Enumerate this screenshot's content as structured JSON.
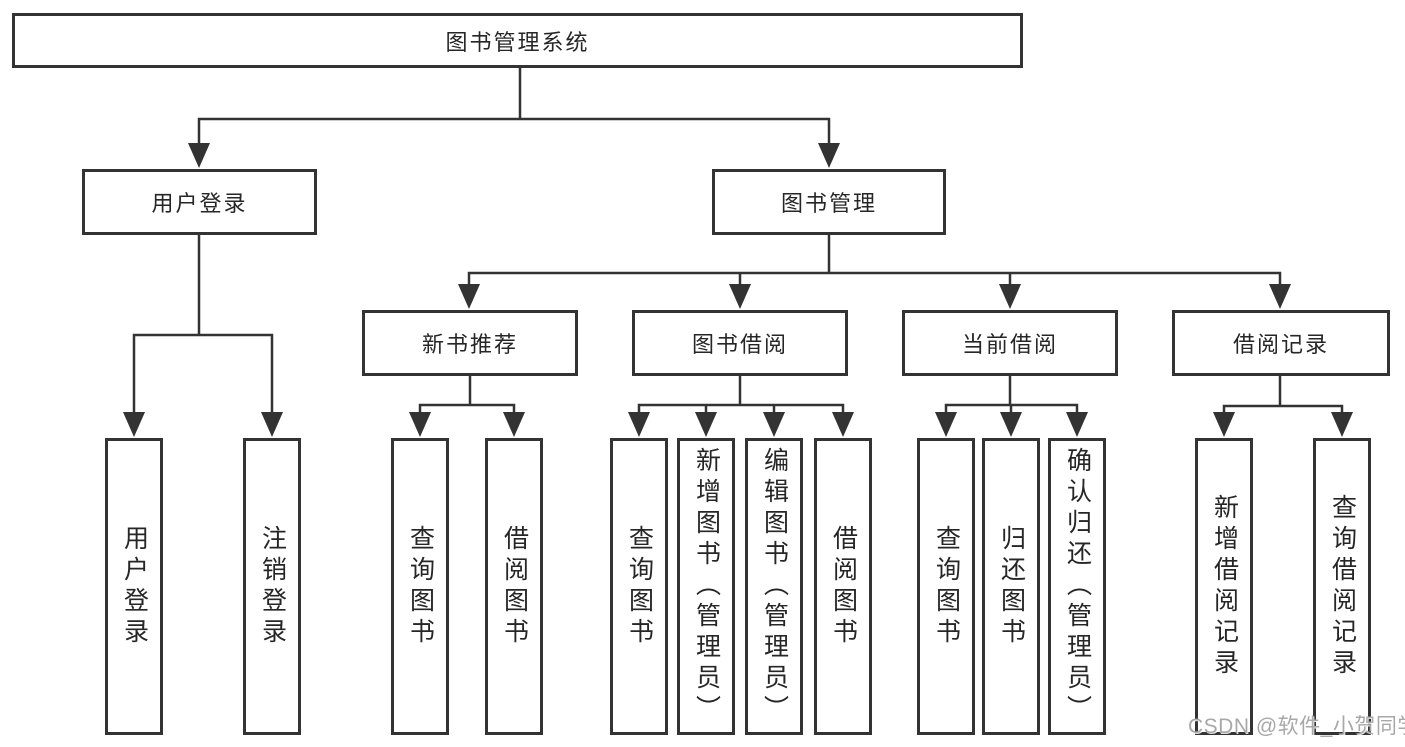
{
  "diagram": {
    "root": {
      "label": "图书管理系统"
    },
    "level1": [
      {
        "label": "用户登录"
      },
      {
        "label": "图书管理"
      }
    ],
    "level2": [
      {
        "label": "新书推荐",
        "parent": "图书管理"
      },
      {
        "label": "图书借阅",
        "parent": "图书管理"
      },
      {
        "label": "当前借阅",
        "parent": "图书管理"
      },
      {
        "label": "借阅记录",
        "parent": "图书管理"
      }
    ],
    "leaves": [
      {
        "label": "用户登录",
        "parent": "用户登录"
      },
      {
        "label": "注销登录",
        "parent": "用户登录"
      },
      {
        "label": "查询图书",
        "parent": "新书推荐"
      },
      {
        "label": "借阅图书",
        "parent": "新书推荐"
      },
      {
        "label": "查询图书",
        "parent": "图书借阅"
      },
      {
        "label": "新增图书（管理员）",
        "parent": "图书借阅"
      },
      {
        "label": "编辑图书（管理员）",
        "parent": "图书借阅"
      },
      {
        "label": "借阅图书",
        "parent": "图书借阅"
      },
      {
        "label": "查询图书",
        "parent": "当前借阅"
      },
      {
        "label": "归还图书",
        "parent": "当前借阅"
      },
      {
        "label": "确认归还（管理员）",
        "parent": "当前借阅"
      },
      {
        "label": "新增借阅记录",
        "parent": "借阅记录"
      },
      {
        "label": "查询借阅记录",
        "parent": "借阅记录"
      }
    ],
    "watermark": "CSDN @软件_小贺同学",
    "colors": {
      "line": "#333333",
      "text": "#262626",
      "watermark": "#a8a8a8",
      "background": "#ffffff"
    }
  }
}
